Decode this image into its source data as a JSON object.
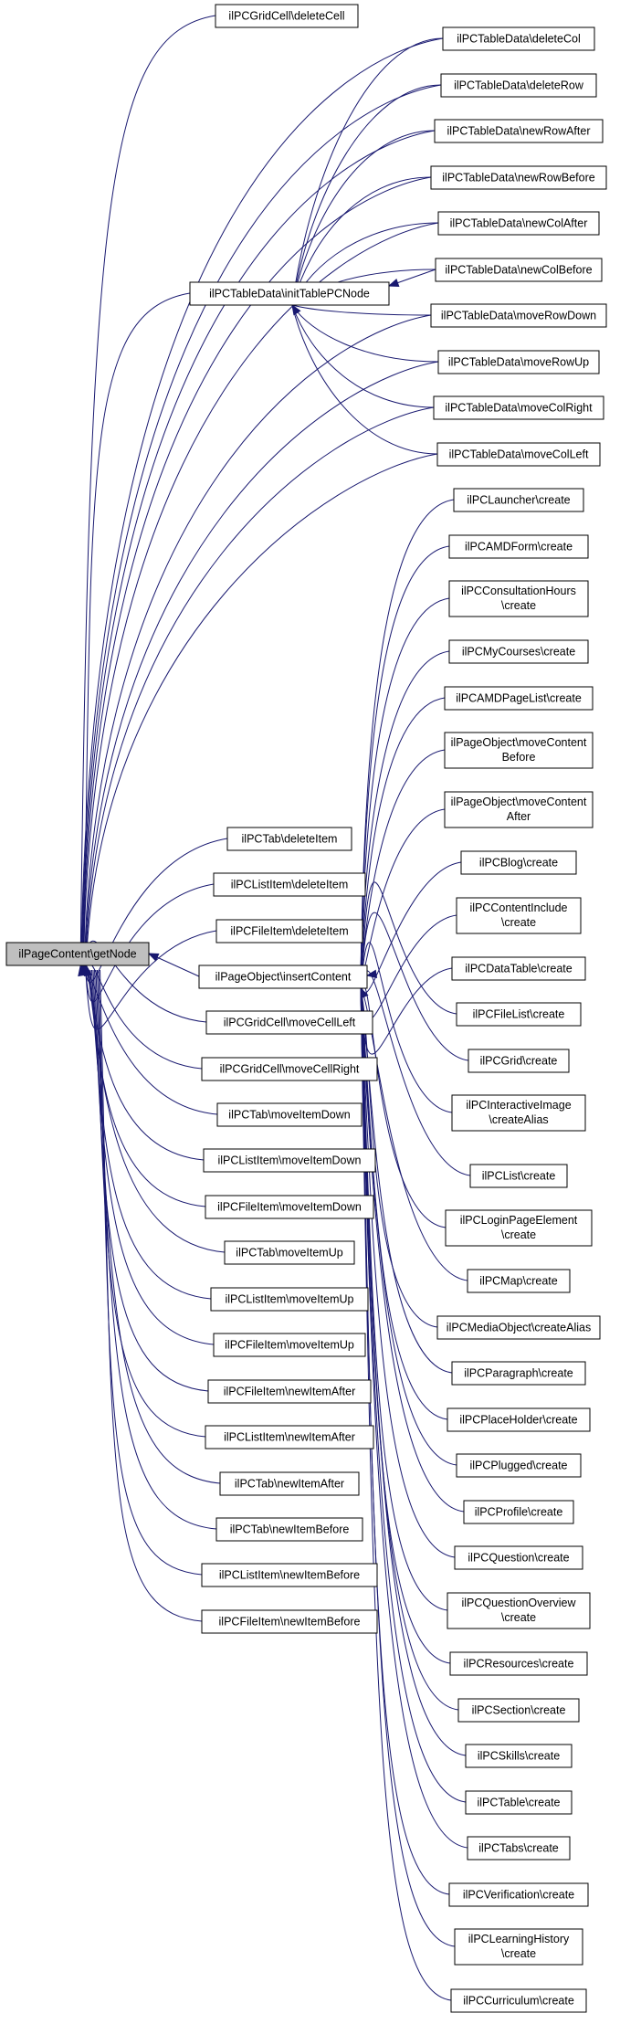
{
  "colors": {
    "edge": "#191970",
    "root_fill": "#bfbfbf",
    "node_fill": "#ffffff",
    "border": "#000000"
  },
  "nodes": {
    "root": "ilPageContent\\getNode",
    "initTable": "ilPCTableData\\initTablePCNode",
    "insertContent": "ilPageObject\\insertContent",
    "gridDeleteCell": "ilPCGridCell\\deleteCell",
    "tdDeleteCol": "ilPCTableData\\deleteCol",
    "tdDeleteRow": "ilPCTableData\\deleteRow",
    "tdNewRowAfter": "ilPCTableData\\newRowAfter",
    "tdNewRowBefore": "ilPCTableData\\newRowBefore",
    "tdNewColAfter": "ilPCTableData\\newColAfter",
    "tdNewColBefore": "ilPCTableData\\newColBefore",
    "tdMoveRowDown": "ilPCTableData\\moveRowDown",
    "tdMoveRowUp": "ilPCTableData\\moveRowUp",
    "tdMoveColRight": "ilPCTableData\\moveColRight",
    "tdMoveColLeft": "ilPCTableData\\moveColLeft",
    "launcher": "ilPCLauncher\\create",
    "amdForm": "ilPCAMDForm\\create",
    "consult1": "ilPCConsultationHours",
    "consult2": "\\create",
    "myCourses": "ilPCMyCourses\\create",
    "amdPageList": "ilPCAMDPageList\\create",
    "moveBefore1": "ilPageObject\\moveContent",
    "moveBefore2": "Before",
    "moveAfter1": "ilPageObject\\moveContent",
    "moveAfter2": "After",
    "blog": "ilPCBlog\\create",
    "contentInc1": "ilPCContentInclude",
    "contentInc2": "\\create",
    "dataTable": "ilPCDataTable\\create",
    "fileList": "ilPCFileList\\create",
    "grid": "ilPCGrid\\create",
    "interImg1": "ilPCInteractiveImage",
    "interImg2": "\\createAlias",
    "list": "ilPCList\\create",
    "loginPage1": "ilPCLoginPageElement",
    "loginPage2": "\\create",
    "map": "ilPCMap\\create",
    "mediaObj": "ilPCMediaObject\\createAlias",
    "paragraph": "ilPCParagraph\\create",
    "placeHolder": "ilPCPlaceHolder\\create",
    "plugged": "ilPCPlugged\\create",
    "profile": "ilPCProfile\\create",
    "question": "ilPCQuestion\\create",
    "qOverview1": "ilPCQuestionOverview",
    "qOverview2": "\\create",
    "resources": "ilPCResources\\create",
    "section": "ilPCSection\\create",
    "skills": "ilPCSkills\\create",
    "table": "ilPCTable\\create",
    "tabs": "ilPCTabs\\create",
    "verification": "ilPCVerification\\create",
    "learnHist1": "ilPCLearningHistory",
    "learnHist2": "\\create",
    "curriculum": "ilPCCurriculum\\create",
    "tabDeleteItem": "ilPCTab\\deleteItem",
    "listDeleteItem": "ilPCListItem\\deleteItem",
    "fileDeleteItem": "ilPCFileItem\\deleteItem",
    "gridMoveLeft": "ilPCGridCell\\moveCellLeft",
    "gridMoveRight": "ilPCGridCell\\moveCellRight",
    "tabMoveDown": "ilPCTab\\moveItemDown",
    "listMoveDown": "ilPCListItem\\moveItemDown",
    "fileMoveDown": "ilPCFileItem\\moveItemDown",
    "tabMoveUp": "ilPCTab\\moveItemUp",
    "listMoveUp": "ilPCListItem\\moveItemUp",
    "fileMoveUp": "ilPCFileItem\\moveItemUp",
    "fileNewAfter": "ilPCFileItem\\newItemAfter",
    "listNewAfter": "ilPCListItem\\newItemAfter",
    "tabNewAfter": "ilPCTab\\newItemAfter",
    "tabNewBefore": "ilPCTab\\newItemBefore",
    "listNewBefore": "ilPCListItem\\newItemBefore",
    "fileNewBefore": "ilPCFileItem\\newItemBefore"
  }
}
